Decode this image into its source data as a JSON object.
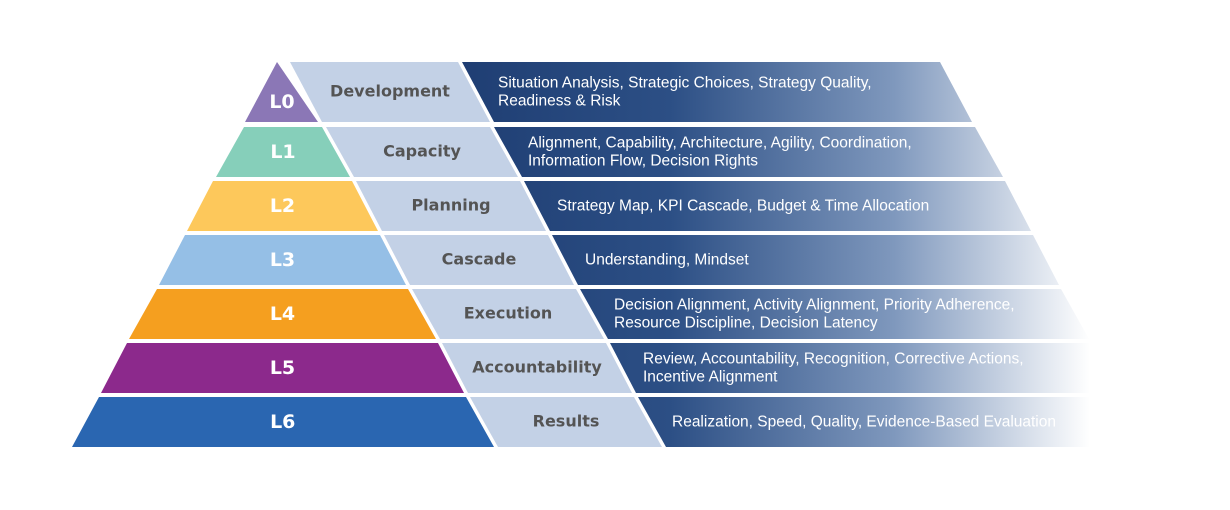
{
  "colors": {
    "middle_band": "#c3d1e6",
    "right_band_start": "#1f3e73",
    "right_band_end": "#ffffff",
    "label_text": "#545454"
  },
  "levels": [
    {
      "code": "L0",
      "color": "#8b77b6",
      "category": "Development",
      "description": [
        "Situation Analysis, Strategic Choices, Strategy Quality,",
        "Readiness & Risk"
      ]
    },
    {
      "code": "L1",
      "color": "#86cfba",
      "category": "Capacity",
      "description": [
        "Alignment, Capability, Architecture, Agility, Coordination,",
        "Information Flow, Decision Rights"
      ]
    },
    {
      "code": "L2",
      "color": "#fdc85b",
      "category": "Planning",
      "description": [
        "Strategy Map, KPI Cascade, Budget & Time Allocation"
      ]
    },
    {
      "code": "L3",
      "color": "#95bfe6",
      "category": "Cascade",
      "description": [
        "Understanding, Mindset"
      ]
    },
    {
      "code": "L4",
      "color": "#f59f1f",
      "category": "Execution",
      "description": [
        "Decision Alignment, Activity Alignment, Priority Adherence,",
        "Resource Discipline, Decision Latency"
      ]
    },
    {
      "code": "L5",
      "color": "#8c298c",
      "category": "Accountability",
      "description": [
        "Review, Accountability, Recognition, Corrective Actions,",
        "Incentive Alignment"
      ]
    },
    {
      "code": "L6",
      "color": "#2a66b1",
      "category": "Results",
      "description": [
        "Realization, Speed, Quality, Evidence-Based Evaluation"
      ]
    }
  ]
}
